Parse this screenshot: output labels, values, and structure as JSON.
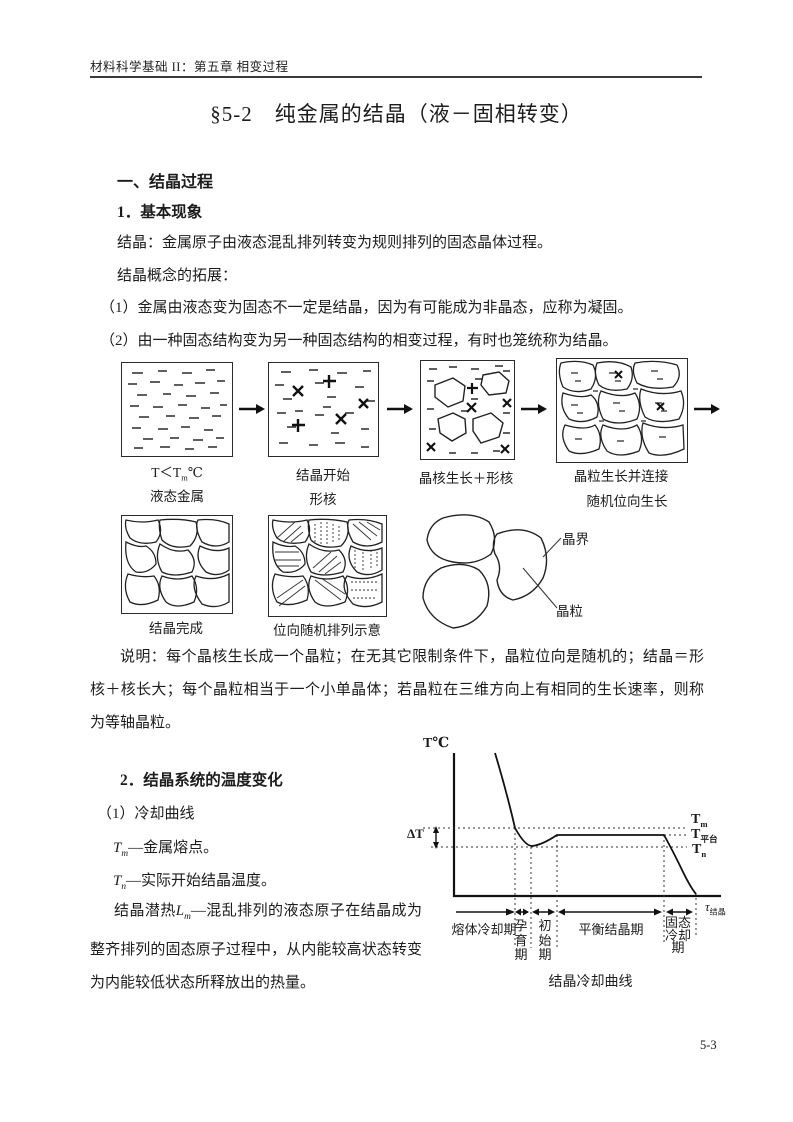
{
  "page": {
    "header": "材料科学基础 II：第五章  相变过程",
    "title": "§5-2　纯金属的结晶（液－固相转变）",
    "page_number": "5-3"
  },
  "section1": {
    "heading": "一、结晶过程",
    "subheading": "1．基本现象",
    "para_def": "结晶：金属原子由液态混乱排列转变为规则排列的固态晶体过程。",
    "para_expand": "结晶概念的拓展：",
    "item1": "（1）金属由液态变为固态不一定是结晶，因为有可能成为非晶态，应称为凝固。",
    "item2": "（2）由一种固态结构变为另一种固态结构的相变过程，有时也笼统称为结晶。"
  },
  "figure_process": {
    "stage1": {
      "cond_base": "T＜T",
      "cond_sub": "m",
      "cond_unit": "℃",
      "label": "液态金属"
    },
    "stage2": {
      "line1": "结晶开始",
      "line2": "形核"
    },
    "stage3": {
      "label": "晶核生长＋形核"
    },
    "stage4": {
      "line1": "晶粒生长并连接",
      "line2": "随机位向生长"
    },
    "stage5": {
      "label": "结晶完成"
    },
    "stage6": {
      "label": "位向随机排列示意"
    },
    "grain_sketch": {
      "boundary_label": "晶界",
      "grain_label": "晶粒"
    }
  },
  "explanation": "说明：每个晶核生长成一个晶粒；在无其它限制条件下，晶粒位向是随机的；结晶＝形核＋核长大；每个晶粒相当于一个小单晶体；若晶粒在三维方向上有相同的生长速率，则称为等轴晶粒。",
  "section2": {
    "heading": "2．结晶系统的温度变化",
    "item1": "（1）冷却曲线",
    "tm": {
      "base": "T",
      "sub": "m",
      "desc": "—金属熔点。"
    },
    "tn": {
      "base": "T",
      "sub": "n",
      "desc": "—实际开始结晶温度。"
    },
    "latent": {
      "prefix": "结晶潜热",
      "var_base": "L",
      "var_sub": "m",
      "desc": "—混乱排列的液态原子在结晶成为整齐排列的固态原子过程中，从内能较高状态转变为内能较低状态所释放出的热量。"
    }
  },
  "cooling_diagram": {
    "y_axis_label": "T℃",
    "x_axis_base": "τ",
    "x_axis_sub": "结晶",
    "delta_t": "ΔT",
    "t_m": {
      "base": "T",
      "sub": "m"
    },
    "t_plateau": {
      "base": "T",
      "sub": "平台"
    },
    "t_n": {
      "base": "T",
      "sub": "n"
    },
    "phases": {
      "p1": "熔体冷却期",
      "p2": "孕育期",
      "p3": "初始期",
      "p4": "平衡结晶期",
      "p5": "固态冷却期"
    },
    "caption": "结晶冷却曲线"
  }
}
